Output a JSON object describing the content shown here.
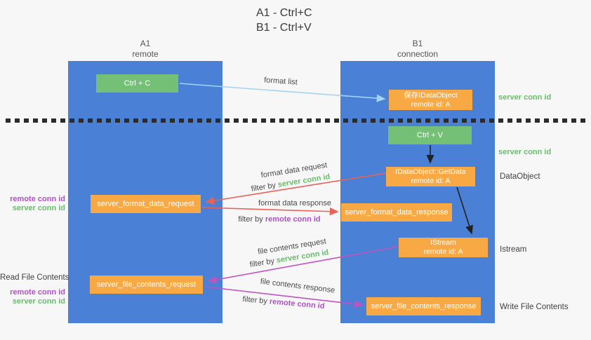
{
  "title": {
    "line1": "A1 - Ctrl+C",
    "line2": "B1 - Ctrl+V"
  },
  "lifelines": {
    "a1": {
      "name": "A1",
      "subtitle": "remote"
    },
    "b1": {
      "name": "B1",
      "subtitle": "connection"
    }
  },
  "nodes": {
    "ctrl_c": {
      "label": "Ctrl + C"
    },
    "ctrl_v": {
      "label": "Ctrl + V"
    },
    "save_dataobject": {
      "line1": "保存IDataObject",
      "line2": "remote id: A"
    },
    "getdata": {
      "line1": "IDataObject::GetData",
      "line2": "remote id: A"
    },
    "istream": {
      "line1": "IStream",
      "line2": "remote id: A"
    },
    "server_format_data_request": {
      "label": "server_format_data_request"
    },
    "server_format_data_response": {
      "label": "server_format_data_response"
    },
    "server_file_contents_request": {
      "label": "server_file_contents_request"
    },
    "server_file_contents_response": {
      "label": "server_file_contents_response"
    }
  },
  "arrow_labels": {
    "format_list": "format list",
    "format_data_request": "format data request",
    "format_data_response": "format data response",
    "file_contents_request": "file contents request",
    "file_contents_response": "file contents response",
    "filter_by": "filter by",
    "server_conn_id": "server conn id",
    "remote_conn_id": "remote conn id"
  },
  "side_labels": {
    "server_conn_id_top": "server conn id",
    "server_conn_id_mid": "server conn id",
    "dataobject": "DataObject",
    "istream": "Istream",
    "write_file_contents": "Write File Contents",
    "read_file_contents": "Read File Contents",
    "left_pair1": {
      "remote": "remote conn id",
      "server": "server conn id"
    },
    "left_pair2": {
      "remote": "remote conn id",
      "server": "server conn id"
    }
  },
  "colors": {
    "lifeline_blue": "#4a80d5",
    "box_green": "#74c077",
    "box_orange": "#f8a943",
    "arrow_lightblue": "#a5d3f2",
    "arrow_red": "#ea6157",
    "arrow_magenta": "#c153c1",
    "arrow_black": "#222222",
    "text_green": "#67bd6b",
    "text_purple": "#b050c8",
    "text_dark": "#404040",
    "background": "#f7f7f7"
  }
}
